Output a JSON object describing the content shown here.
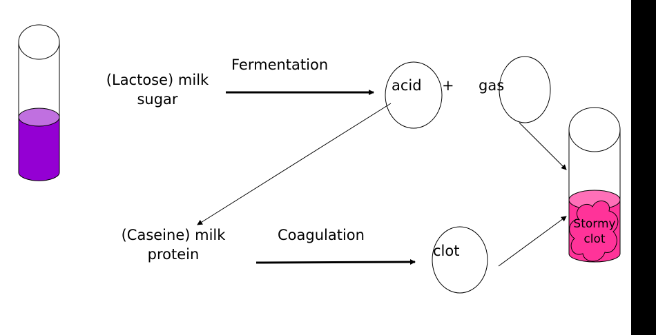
{
  "labels": {
    "lactose_line1": "(Lactose) milk",
    "lactose_line2": "sugar",
    "fermentation": "Fermentation",
    "acid": "acid",
    "plus": "+",
    "gas": "gas",
    "casein_line1": "(Caseine) milk",
    "casein_line2": "protein",
    "coagulation": "Coagulation",
    "clot": "clot",
    "stormy_line1": "Stormy",
    "stormy_line2": "clot"
  },
  "colors": {
    "left_tube_liquid": "#9400d3",
    "left_tube_surface": "#c070e0",
    "right_tube_liquid": "#ff3399",
    "right_tube_surface": "#ff70b8",
    "right_bar": "#000000"
  }
}
